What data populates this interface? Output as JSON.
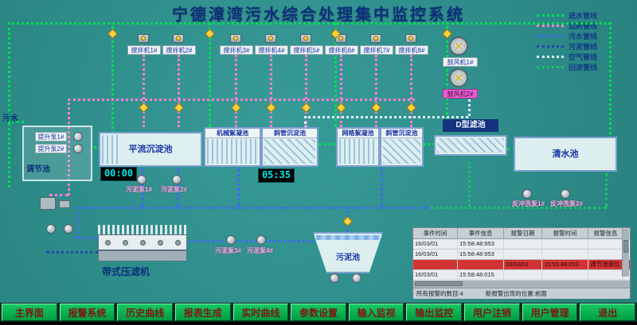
{
  "title": "宁德漳湾污水综合处理集中监控系统",
  "legend": {
    "items": [
      {
        "label": "进水管线",
        "color": "#00e050"
      },
      {
        "label": "加药管线",
        "color": "#ff7fd4"
      },
      {
        "label": "污水管线",
        "color": "#3d6cf0"
      },
      {
        "label": "污泥管线",
        "color": "#2446b0"
      },
      {
        "label": "空气管线",
        "color": "#d8f6f6"
      },
      {
        "label": "回流管线",
        "color": "#19c36a"
      }
    ]
  },
  "diagram": {
    "inlet_label": "污水",
    "mixers": [
      "搅拌机1#",
      "搅拌机2#",
      "搅拌机3#",
      "搅拌机4#",
      "搅拌机5#",
      "搅拌机6#",
      "搅拌机7#",
      "搅拌机8#"
    ],
    "blowers": [
      "鼓风机1#",
      "鼓风机2#"
    ],
    "lift_pumps": [
      "提升泵1#",
      "提升泵2#"
    ],
    "tanks": {
      "regulation": "调节池",
      "horizontal_sed": "平流沉淀池",
      "mech_floc": "机械絮凝池",
      "inclined_1": "斜管沉淀池",
      "grid_floc": "网格絮凝池",
      "inclined_2": "斜管沉淀池",
      "d_filter": "D型滤池",
      "clear_water": "清水池",
      "sludge": "污泥池"
    },
    "belt_press": "带式压滤机",
    "timers": [
      "00:00",
      "05:35"
    ],
    "sludge_pumps": [
      "污泥泵1#",
      "污泥泵2#",
      "污泥泵3#",
      "污泥泵4#"
    ],
    "backwash_pumps": [
      "反冲洗泵1#",
      "反冲洗泵2#"
    ]
  },
  "alarm_table": {
    "headers": [
      "事件时间",
      "事件信息",
      "报警日期",
      "报警时间",
      "报警信息"
    ],
    "rows": [
      {
        "cells": [
          "16/03/01",
          "15:58:48:953",
          "",
          "",
          ""
        ]
      },
      {
        "cells": [
          "16/03/01",
          "15:58:48:953",
          "",
          "",
          ""
        ]
      },
      {
        "cells": [
          "",
          "",
          "16/03/01",
          "15:55:48:203",
          "调节池液位"
        ]
      },
      {
        "cells": [
          "16/03/01",
          "15:58:48:015",
          "",
          "",
          ""
        ]
      }
    ],
    "status_left": "所有报警的数目:4",
    "status_right": "新报警出现的位置:前面"
  },
  "menu": {
    "buttons": [
      "主界面",
      "报警系统",
      "历史曲线",
      "报表生成",
      "实时曲线",
      "参数设置",
      "输入监视",
      "输出监控",
      "用户注销",
      "用户管理",
      "退出"
    ]
  }
}
